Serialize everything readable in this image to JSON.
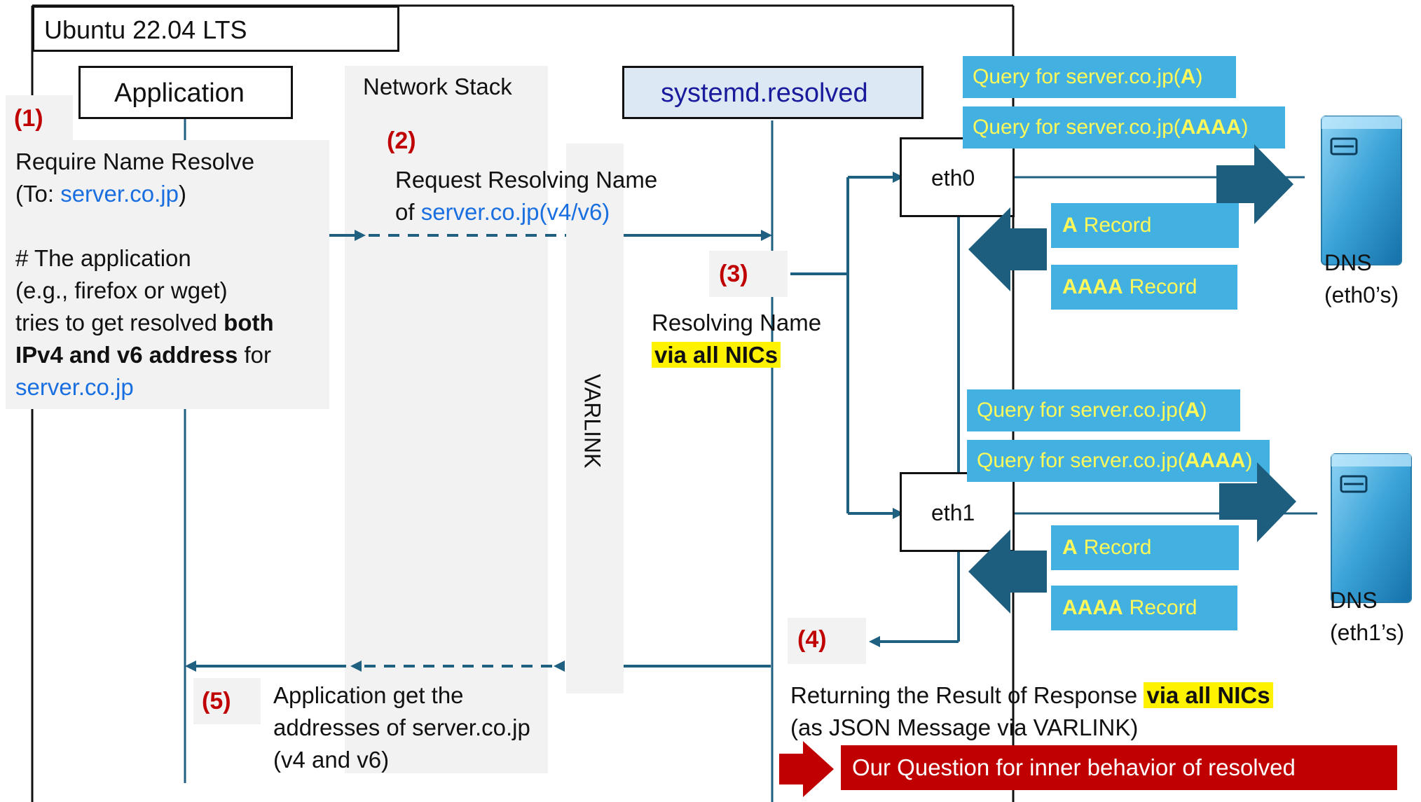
{
  "os_title": "Ubuntu 22.04 LTS",
  "lanes": {
    "application": "Application",
    "network_stack": "Network Stack",
    "resolved": "systemd.resolved",
    "varlink": "VARLINK"
  },
  "steps": {
    "s1": "(1)",
    "s2": "(2)",
    "s3": "(3)",
    "s4": "(4)",
    "s5": "(5)"
  },
  "step1": {
    "line1": "Require Name Resolve",
    "line2_prefix": "(To: ",
    "line2_link": "server.co.jp",
    "line2_suffix": ")",
    "line3": "# The application",
    "line4": "(e.g., firefox or wget)",
    "line5_prefix": "tries to get resolved ",
    "line5_bold": "both",
    "line6_bold": "IPv4 and v6 address",
    "line6_suffix": " for",
    "line7_link": "server.co.jp"
  },
  "step2": {
    "line1": "Request Resolving Name",
    "line2_prefix": "of ",
    "line2_link": "server.co.jp(v4/v6)"
  },
  "step3": {
    "line1": "Resolving Name",
    "line2_highlight": "via all NICs"
  },
  "step4": {
    "line1_prefix": "Returning the Result of Response ",
    "line1_highlight": "via all NICs",
    "line2": "(as JSON Message via VARLINK)"
  },
  "step5": {
    "line1": "Application get the",
    "line2": "addresses of server.co.jp",
    "line3": "(v4 and v6)"
  },
  "nics": {
    "eth0": "eth0",
    "eth1": "eth1"
  },
  "queries": {
    "prefix": "Query for server.co.jp(",
    "a": "A",
    "aaaa": "AAAA",
    "suffix": ")"
  },
  "records": {
    "a": "A",
    "aaaa": "AAAA",
    "word": "Record"
  },
  "dns": {
    "eth0_line1": "DNS",
    "eth0_line2": "(eth0’s)",
    "eth1_line1": "DNS",
    "eth1_line2": "(eth1’s)"
  },
  "question_banner": "Our Question for inner behavior of resolved",
  "colors": {
    "flow_line": "#1f5f80",
    "big_arrow": "#1d5d7e",
    "label_bg": "#42b0e0",
    "label_text": "#fff95a",
    "step_red": "#c00000",
    "link_blue": "#1a6fe0",
    "highlight": "#fff200",
    "banner_bg": "#c00000",
    "resolved_bg": "#dce9f4"
  }
}
